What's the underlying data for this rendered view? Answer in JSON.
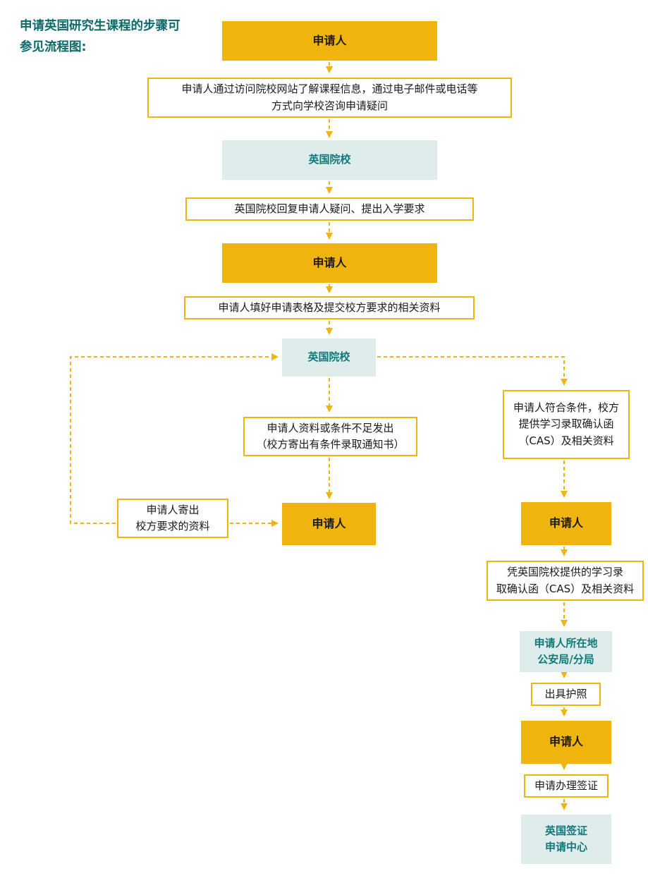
{
  "heading": "申请英国研究生课程的步骤可\n参见流程图:",
  "colors": {
    "accent_yellow": "#F0B40E",
    "teal_text": "#0E7B7A",
    "teal_bg": "#DEECEB",
    "text": "#1A1A1A",
    "heading": "#0B6A6A"
  },
  "nodes": {
    "applicant_start": "申请人",
    "inquiry": "申请人通过访问院校网站了解课程信息，通过电子邮件或电话等\n方式向学校咨询申请疑问",
    "uk_institution_1": "英国院校",
    "reply": "英国院校回复申请人疑问、提出入学要求",
    "applicant_2": "申请人",
    "submit_form": "申请人填好申请表格及提交校方要求的相关资料",
    "uk_institution_2": "英国院校",
    "insufficient": "申请人资料或条件不足发出\n（校方寄出有条件录取通知书）",
    "applicant_3": "申请人",
    "send_docs": "申请人寄出\n校方要求的资料",
    "qualified": "申请人符合条件，校方\n提供学习录取确认函\n（CAS）及相关资料",
    "applicant_4": "申请人",
    "with_cas": "凭英国院校提供的学习录\n取确认函（CAS）及相关资料",
    "police": "申请人所在地\n公安局/分局",
    "passport": "出具护照",
    "applicant_5": "申请人",
    "visa_apply": "申请办理签证",
    "visa_center": "英国签证\n申请中心"
  }
}
